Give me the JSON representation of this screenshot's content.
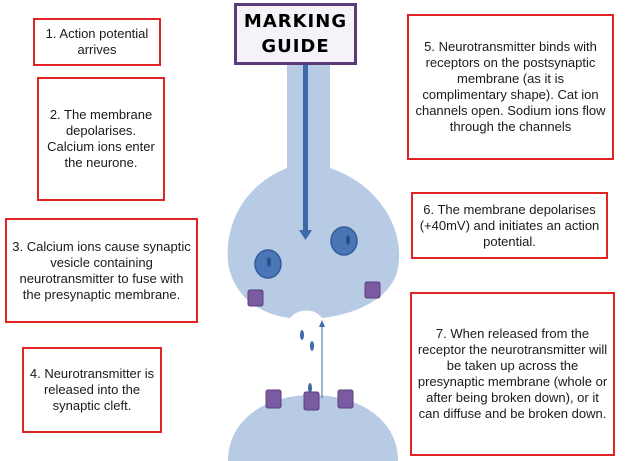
{
  "title": "MARKING GUIDE",
  "steps": [
    {
      "label": "1. Action potential arrives"
    },
    {
      "label": "2. The membrane depolarises. Calcium ions enter the neurone."
    },
    {
      "label": "3. Calcium ions cause synaptic vesicle containing neurotransmitter to fuse with the presynaptic membrane."
    },
    {
      "label": "4. Neurotransmitter is released into the synaptic cleft."
    },
    {
      "label": "5. Neurotransmitter binds with receptors on the postsynaptic membrane (as it is complimentary shape). Cat ion channels open. Sodium ions flow through the channels"
    },
    {
      "label": "6. The membrane depolarises (+40mV) and initiates an action potential."
    },
    {
      "label": "7. When released from the receptor the neurotransmitter will be taken up across the presynaptic membrane (whole or after being broken down), or it can diffuse and be broken down."
    }
  ],
  "colors": {
    "neuron": "#b7cbe4",
    "vesicle": "#4a76b8",
    "receptor": "#7a5aa0",
    "box_border": "#e02424",
    "title_border": "#5a3a78"
  }
}
